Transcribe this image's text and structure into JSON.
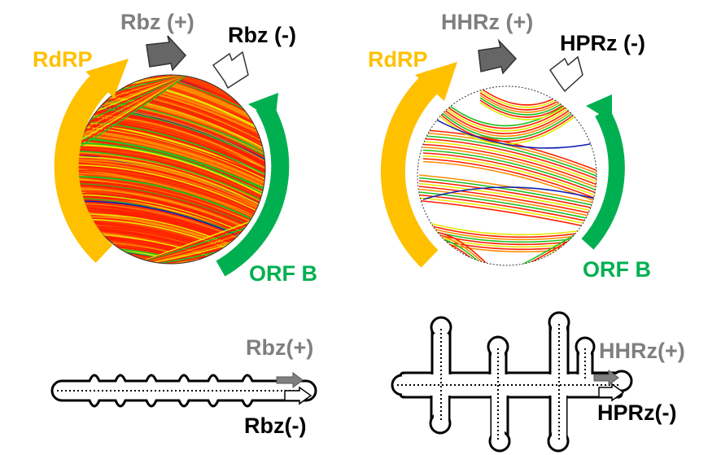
{
  "colors": {
    "rdrp": "#FFC000",
    "orfb": "#00B050",
    "plus": "#7F7F7F",
    "minus": "#000000",
    "arc_red": "#FF2000",
    "arc_orange": "#FF8C00",
    "arc_yellow": "#E8E800",
    "arc_green": "#20C020",
    "arc_blue": "#1020B0",
    "outline": "#000000"
  },
  "left_panel": {
    "rdrp_label": "RdRP",
    "orfb_label": "ORF B",
    "plus_label": "Rbz (+)",
    "minus_label": "Rbz (-)"
  },
  "right_panel": {
    "rdrp_label": "RdRP",
    "orfb_label": "ORF B",
    "plus_label": "HHRz (+)",
    "minus_label": "HPRz (-)"
  },
  "bottom_left": {
    "plus_label": "Rbz(+)",
    "minus_label": "Rbz(-)"
  },
  "bottom_right": {
    "plus_label": "HHRz(+)",
    "minus_label": "HPRz(-)"
  }
}
